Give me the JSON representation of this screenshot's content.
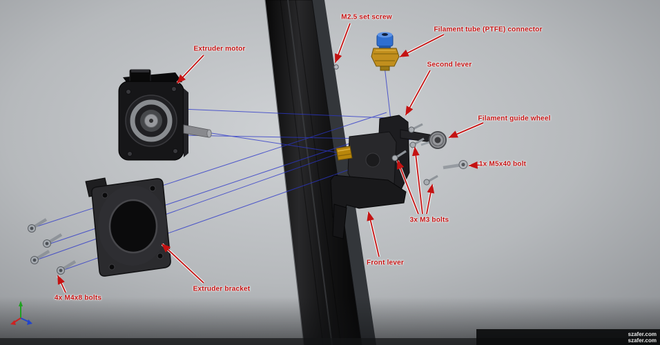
{
  "scene": {
    "description": "Exploded CAD view of 3D printer extruder assembly on aluminium extrusion beam"
  },
  "annotations": [
    {
      "id": "m25-set-screw",
      "label": "M2.5 set screw"
    },
    {
      "id": "filament-tube-connector",
      "label": "Filament tube (PTFE) connector"
    },
    {
      "id": "extruder-motor",
      "label": "Extruder motor"
    },
    {
      "id": "second-lever",
      "label": "Second lever"
    },
    {
      "id": "filament-guide-wheel",
      "label": "Filament guide wheel"
    },
    {
      "id": "m5-bolt",
      "label": "1x M5x40 bolt"
    },
    {
      "id": "m3-bolts",
      "label": "3x M3 bolts"
    },
    {
      "id": "front-lever",
      "label": "Front lever"
    },
    {
      "id": "extruder-bracket",
      "label": "Extruder bracket"
    },
    {
      "id": "m4-bolts",
      "label": "4x M4x8 bolts"
    }
  ],
  "watermark": {
    "line1": "szafer.com",
    "line2": "szafer.com"
  },
  "colors": {
    "label_red": "#c41212",
    "assembly_line_blue": "#2b36c9",
    "brass": "#c28f1d",
    "connector_blue": "#2f6fd0",
    "background_gray": "#b6b9bc"
  }
}
